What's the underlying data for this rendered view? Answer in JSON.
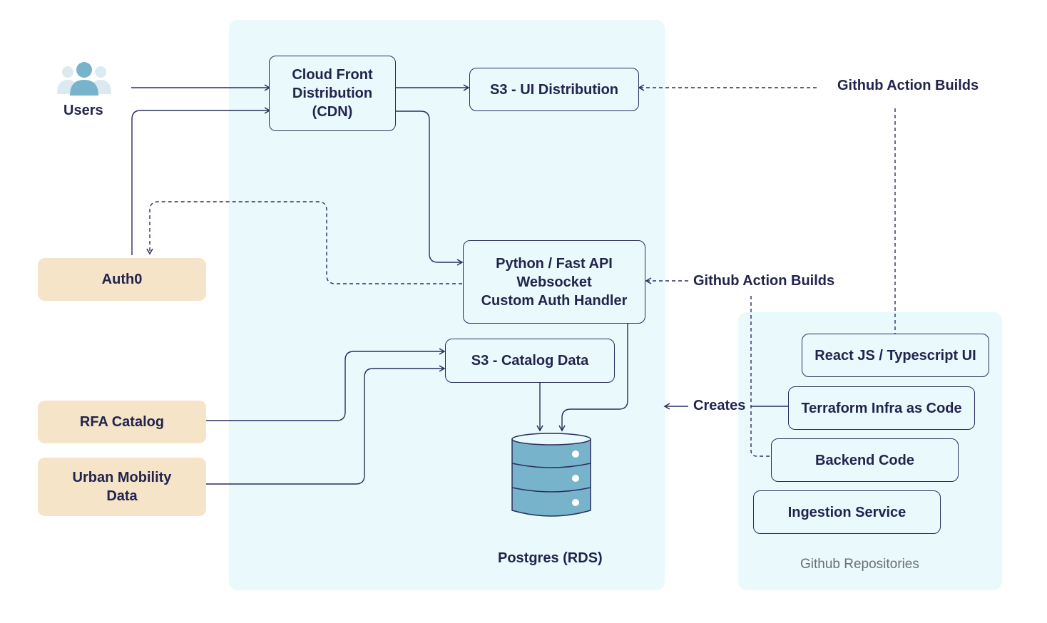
{
  "nodes": {
    "users": "Users",
    "cloudfront": "Cloud Front\nDistribution\n(CDN)",
    "s3_ui": "S3 - UI Distribution",
    "api": "Python / Fast API\nWebsocket\nCustom Auth Handler",
    "s3_catalog": "S3 - Catalog Data",
    "postgres": "Postgres (RDS)",
    "auth0": "Auth0",
    "rfa_catalog": "RFA Catalog",
    "urban_mobility": "Urban Mobility\nData"
  },
  "labels": {
    "github_builds_top": "Github Action Builds",
    "github_builds_mid": "Github Action Builds",
    "creates": "Creates"
  },
  "repos": {
    "items": [
      "React JS / Typescript UI",
      "Terraform Infra as Code",
      "Backend Code",
      "Ingestion Service"
    ],
    "caption": "Github Repositories"
  },
  "colors": {
    "aws_region": "#e9f9fc",
    "external_source": "#f5e4c8",
    "line": "#2b2d5e",
    "icon": "#78b3cc"
  }
}
